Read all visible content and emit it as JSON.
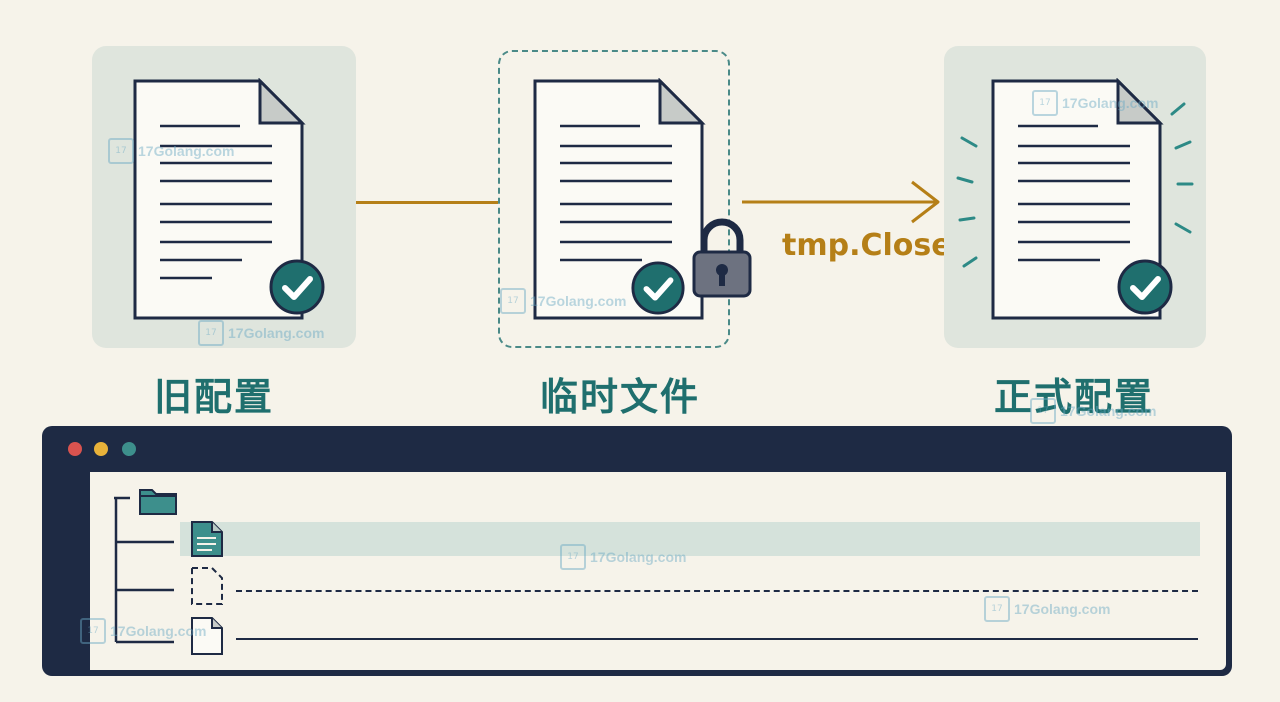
{
  "stages": [
    {
      "caption": "旧配置",
      "icon": "document-icon",
      "status": "check-icon"
    },
    {
      "caption": "临时文件",
      "icon": "document-icon",
      "status": "check-icon",
      "badge": "lock-icon"
    },
    {
      "caption": "正式配置",
      "icon": "document-icon",
      "status": "check-icon"
    }
  ],
  "flow_label": "tmp.Close",
  "watermark": "17Golang.com",
  "window": {
    "dots": [
      "#d9534f",
      "#e8b23a",
      "#3d8f8c"
    ],
    "tree_icons": [
      "folder-icon",
      "file-icon",
      "dashed-file-icon",
      "file-icon"
    ]
  },
  "colors": {
    "teal": "#1f6f6e",
    "amber": "#b57f17",
    "navy": "#1e2a44",
    "panel": "#dfe5dd"
  }
}
